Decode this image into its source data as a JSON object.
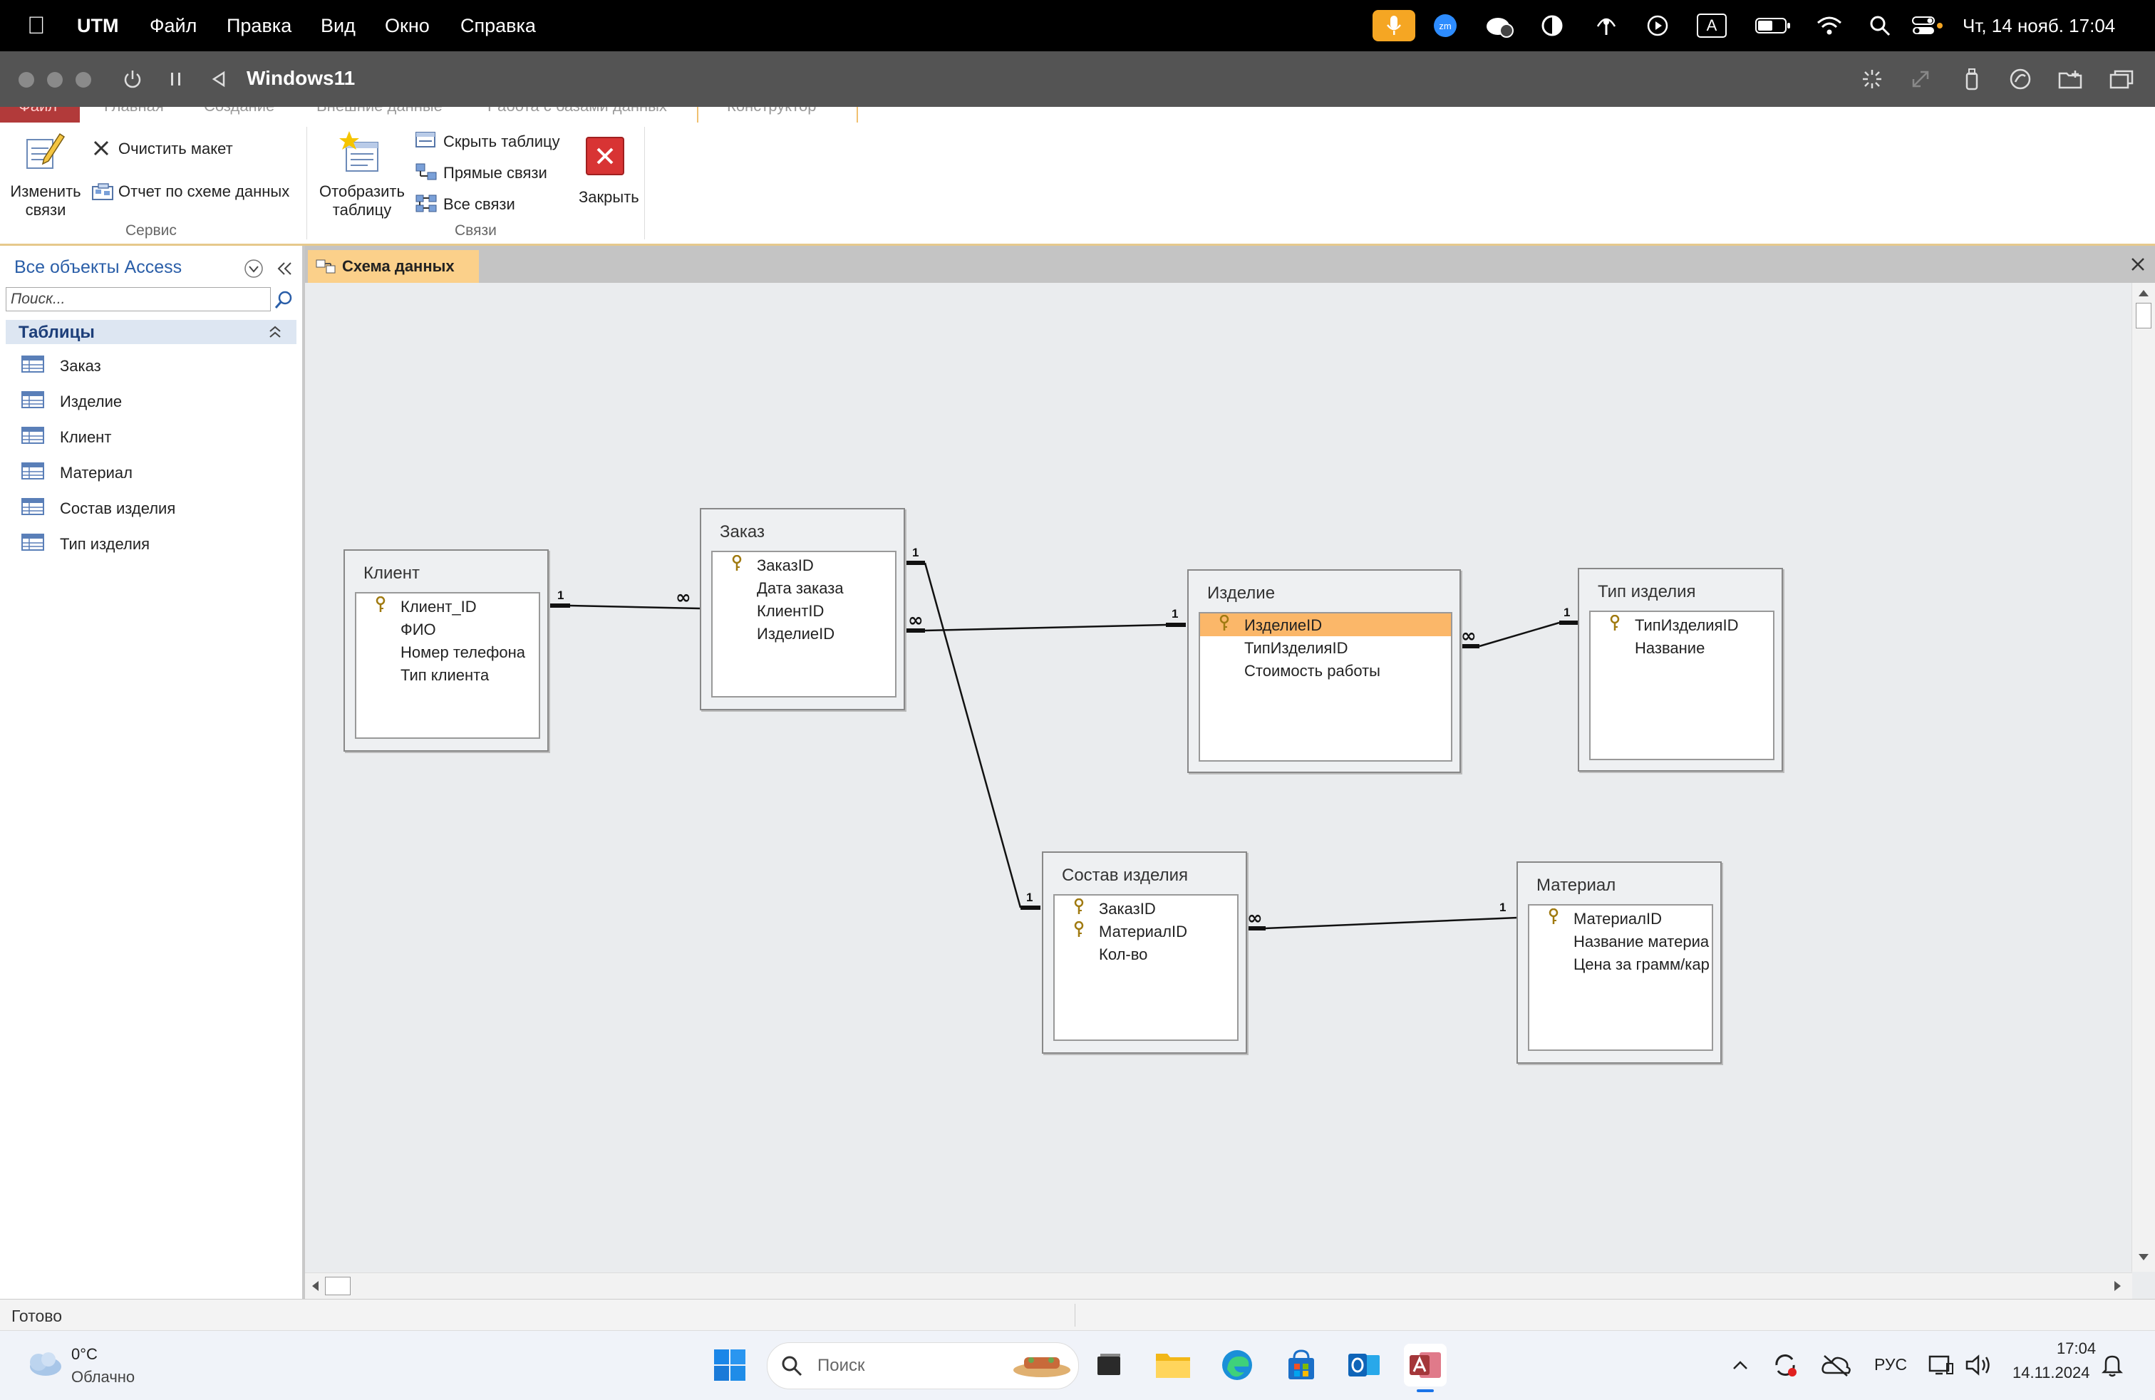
{
  "mac_menubar": {
    "app": "UTM",
    "menus": [
      "Файл",
      "Правка",
      "Вид",
      "Окно",
      "Справка"
    ],
    "input_lang": "A",
    "datetime": "Чт, 14 нояб. 17:04"
  },
  "vm_window": {
    "title": "Windows11"
  },
  "ribbon": {
    "tabs": [
      "Файл",
      "Главная",
      "Создание",
      "Внешние данные",
      "Работа с базами данных",
      "Конструктор"
    ],
    "edit_relations": "Изменить связи",
    "clear_layout": "Очистить макет",
    "relations_report": "Отчет по схеме данных",
    "group_service": "Сервис",
    "show_table": "Отобразить таблицу",
    "hide_table": "Скрыть таблицу",
    "direct_relations": "Прямые связи",
    "all_relations": "Все связи",
    "close": "Закрыть",
    "group_relations": "Связи"
  },
  "nav_pane": {
    "header": "Все объекты Access",
    "search_placeholder": "Поиск...",
    "section": "Таблицы",
    "items": [
      "Заказ",
      "Изделие",
      "Клиент",
      "Материал",
      "Состав изделия",
      "Тип изделия"
    ]
  },
  "document": {
    "tab_label": "Схема данных"
  },
  "tables": {
    "client": {
      "title": "Клиент",
      "fields": [
        "Клиент_ID",
        "ФИО",
        "Номер телефона",
        "Тип клиента"
      ]
    },
    "order": {
      "title": "Заказ",
      "fields": [
        "ЗаказID",
        "Дата заказа",
        "КлиентID",
        "ИзделиеID"
      ]
    },
    "product": {
      "title": "Изделие",
      "fields": [
        "ИзделиеID",
        "ТипИзделияID",
        "Стоимость работы"
      ]
    },
    "product_type": {
      "title": "Тип изделия",
      "fields": [
        "ТипИзделияID",
        "Название"
      ]
    },
    "composition": {
      "title": "Состав изделия",
      "fields": [
        "ЗаказID",
        "МатериалID",
        "Кол-во"
      ]
    },
    "material": {
      "title": "Материал",
      "fields": [
        "МатериалID",
        "Название материа",
        "Цена за грамм/кар"
      ]
    }
  },
  "relations": {
    "one": "1",
    "many": "∞"
  },
  "status_bar": {
    "text": "Готово"
  },
  "taskbar": {
    "weather_temp": "0°C",
    "weather_desc": "Облачно",
    "search_placeholder": "Поиск",
    "lang": "РУС",
    "time": "17:04",
    "date": "14.11.2024"
  }
}
